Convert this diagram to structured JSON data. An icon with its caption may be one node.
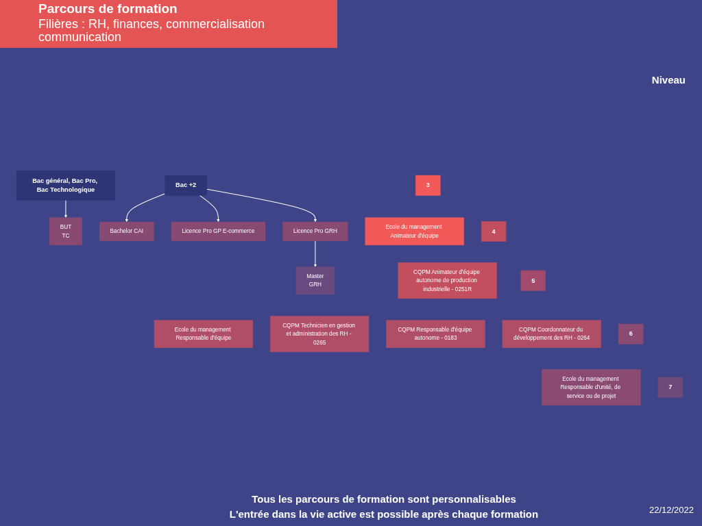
{
  "diagram": {
    "title": "Parcours de formation",
    "nodes": [
      {
        "text": [
          "Bac général, Bac Pro, Bac Technologique"
        ]
      },
      {
        "text": [
          "Bac +2"
        ]
      },
      {
        "text": [
          "BUT",
          "TC"
        ]
      },
      {
        "text": [
          "Bachelor CAI"
        ]
      },
      {
        "text": [
          "Licence Pro GP E-commerce"
        ]
      },
      {
        "text": [
          "Licence Pro GRH"
        ]
      },
      {
        "text": [
          "Master",
          "GRH"
        ]
      },
      {
        "text": [
          "3"
        ]
      },
      {
        "text": [
          "Ecole du management Animateur d'équipe"
        ]
      },
      {
        "text": [
          "4"
        ]
      },
      {
        "text": [
          "CQPM Animateur d'équipe autonome de production industrielle - 0251R"
        ]
      },
      {
        "text": [
          "Ecole du management Responsable d'équipe"
        ]
      },
      {
        "text": [
          "CQPM Technicien en gestion et administration des RH - 0265"
        ]
      },
      {
        "text": [
          "CQPM Responsable d'équipe autonome - 0183"
        ]
      },
      {
        "text": [
          "CQPM Coordonnateur du développement des RH - 0264"
        ]
      },
      {
        "text": [
          "5"
        ]
      },
      {
        "text": [
          "Ecole du management Responsable d'unité, de service ou de projet"
        ]
      },
      {
        "text": [
          "6"
        ]
      },
      {
        "text": [
          "7"
        ]
      }
    ],
    "edges": [
      {
        "from": 0,
        "to": 2,
        "arrow": "to"
      },
      {
        "from": 1,
        "to": 3,
        "arrow": "to"
      },
      {
        "from": 1,
        "to": 4,
        "arrow": "to"
      },
      {
        "from": 1,
        "to": 5,
        "arrow": "to"
      },
      {
        "from": 5,
        "to": 6,
        "arrow": "to"
      }
    ],
    "labels": [
      "Filières : RH, finances, commercialisation communication",
      "Niveau",
      "Tous les parcours de formation sont personnalisables",
      "L'entrée dans la vie active est possible après chaque formation",
      "22/12/2022"
    ]
  }
}
